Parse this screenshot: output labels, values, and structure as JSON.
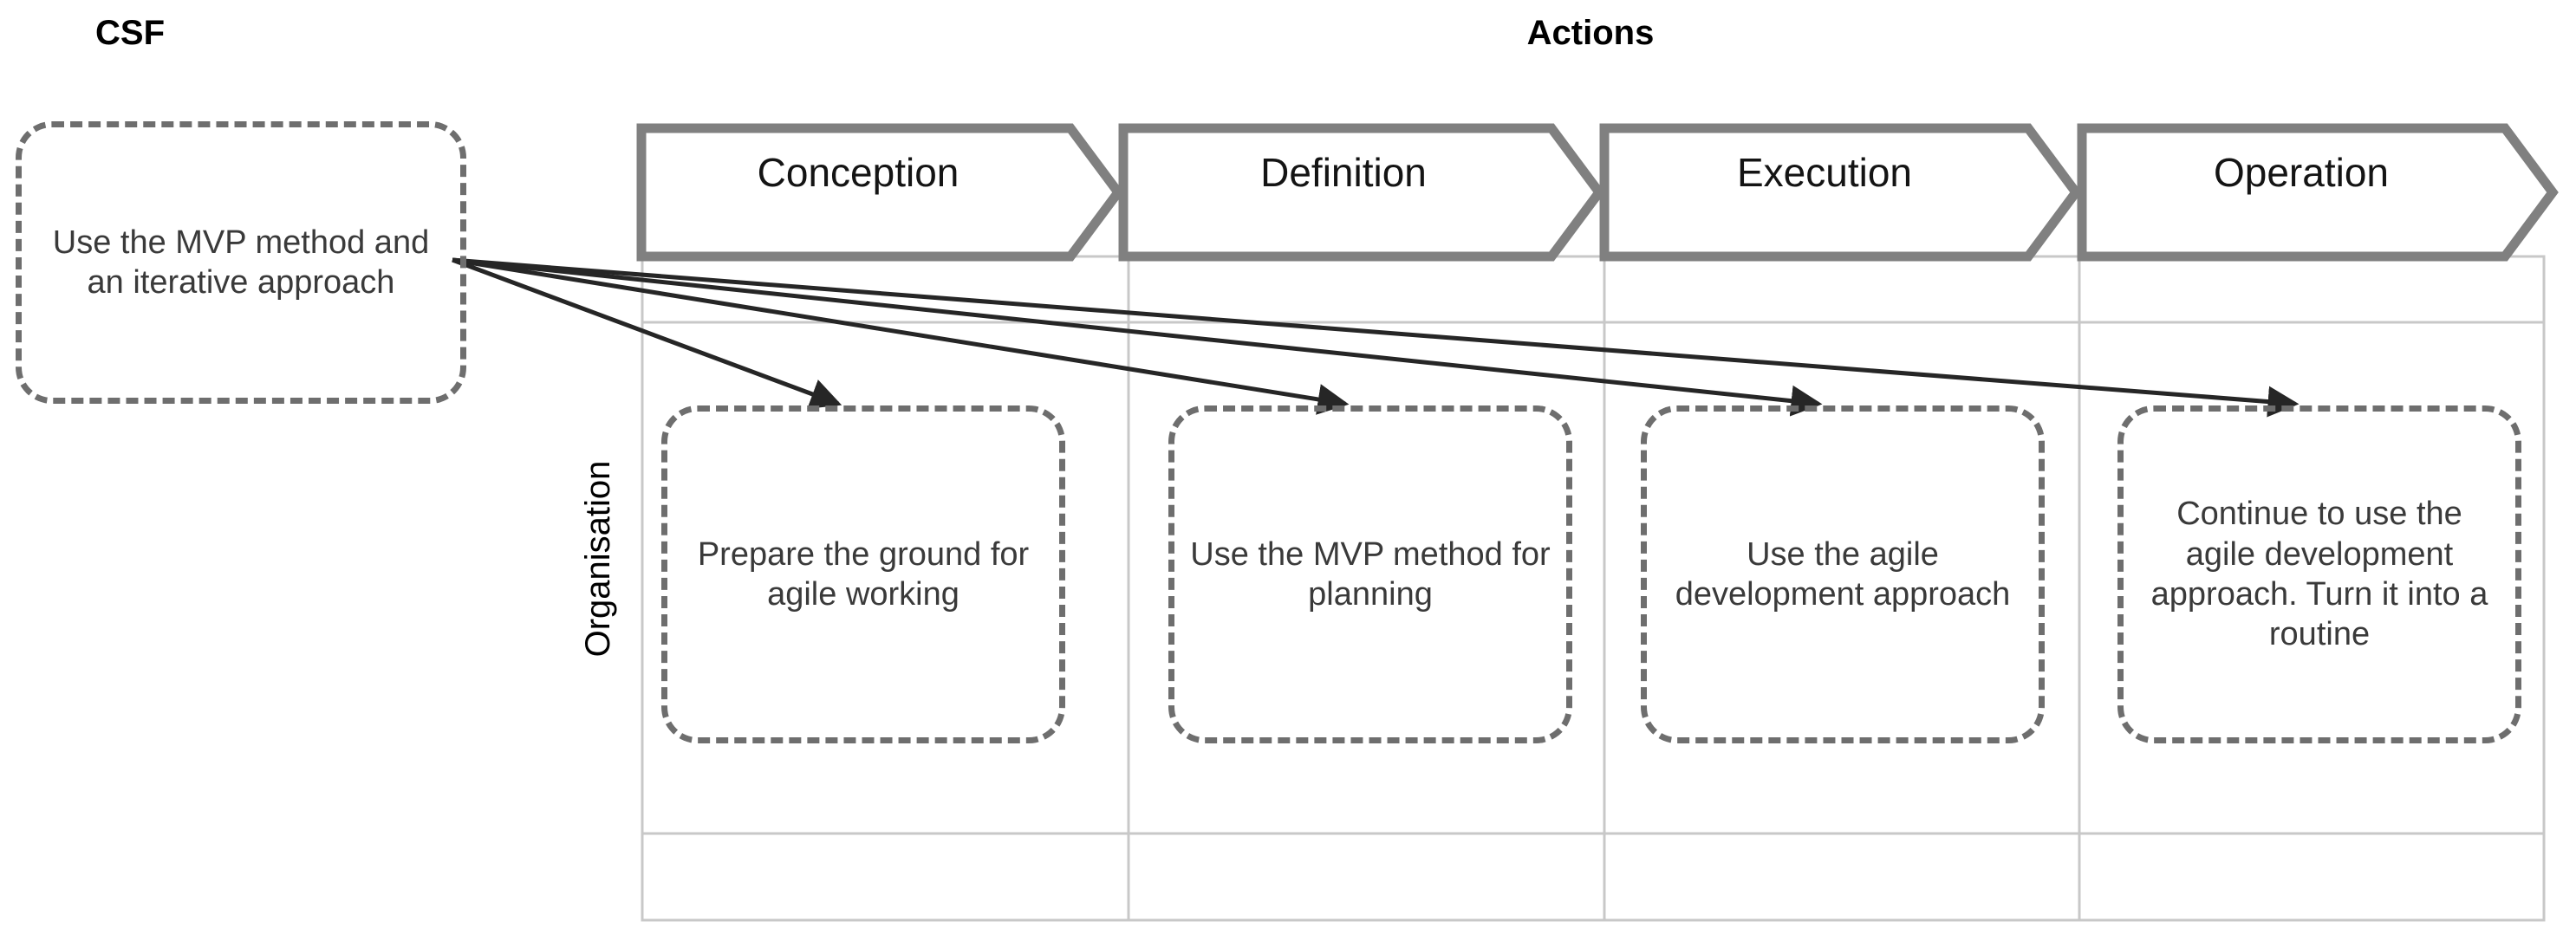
{
  "headers": {
    "csf": "CSF",
    "actions": "Actions"
  },
  "row_label": "Organisation",
  "csf": {
    "text": "Use the MVP method and an iterative approach"
  },
  "phases": [
    {
      "label": "Conception",
      "action": "Prepare the ground for agile working"
    },
    {
      "label": "Definition",
      "action": "Use the MVP method for planning"
    },
    {
      "label": "Execution",
      "action": "Use the agile development approach"
    },
    {
      "label": "Operation",
      "action": "Continue to use the agile development approach. Turn it into a routine"
    }
  ],
  "colors": {
    "chevron_stroke": "#808080",
    "dashed_box_stroke": "#6e6e6e",
    "grid_line": "#c8c8c8",
    "arrow": "#262626",
    "text": "#3a3a3a",
    "heading_text": "#000000",
    "background": "#ffffff"
  }
}
